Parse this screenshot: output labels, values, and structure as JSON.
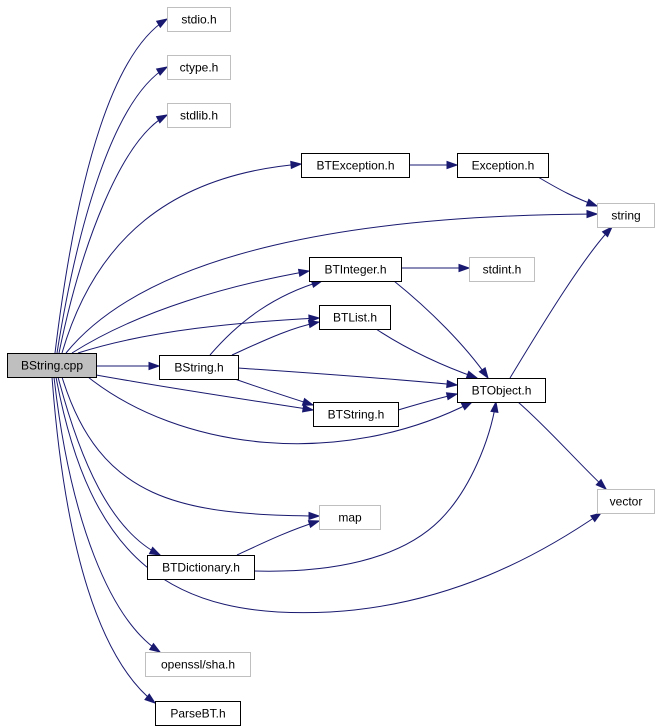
{
  "graph": {
    "colors": {
      "edge": "#191970",
      "border_header": "#000000",
      "border_external": "#bfbfbf",
      "root_fill": "#bfbfbf",
      "fill": "#ffffff"
    },
    "nodes": [
      {
        "id": "bstring_cpp",
        "label": "BString.cpp",
        "kind": "root"
      },
      {
        "id": "stdio_h",
        "label": "stdio.h",
        "kind": "external"
      },
      {
        "id": "ctype_h",
        "label": "ctype.h",
        "kind": "external"
      },
      {
        "id": "stdlib_h",
        "label": "stdlib.h",
        "kind": "external"
      },
      {
        "id": "btexception_h",
        "label": "BTException.h",
        "kind": "header"
      },
      {
        "id": "exception_h",
        "label": "Exception.h",
        "kind": "header"
      },
      {
        "id": "string",
        "label": "string",
        "kind": "external"
      },
      {
        "id": "btinteger_h",
        "label": "BTInteger.h",
        "kind": "header"
      },
      {
        "id": "stdint_h",
        "label": "stdint.h",
        "kind": "external"
      },
      {
        "id": "btlist_h",
        "label": "BTList.h",
        "kind": "header"
      },
      {
        "id": "bstring_h",
        "label": "BString.h",
        "kind": "header"
      },
      {
        "id": "btobject_h",
        "label": "BTObject.h",
        "kind": "header"
      },
      {
        "id": "btstring_h",
        "label": "BTString.h",
        "kind": "header"
      },
      {
        "id": "vector",
        "label": "vector",
        "kind": "external"
      },
      {
        "id": "map",
        "label": "map",
        "kind": "external"
      },
      {
        "id": "btdictionary_h",
        "label": "BTDictionary.h",
        "kind": "header"
      },
      {
        "id": "openssl_sha_h",
        "label": "openssl/sha.h",
        "kind": "external"
      },
      {
        "id": "parsebt_h",
        "label": "ParseBT.h",
        "kind": "header"
      }
    ],
    "edges": [
      [
        "bstring_cpp",
        "stdio_h"
      ],
      [
        "bstring_cpp",
        "ctype_h"
      ],
      [
        "bstring_cpp",
        "stdlib_h"
      ],
      [
        "bstring_cpp",
        "btexception_h"
      ],
      [
        "bstring_cpp",
        "string"
      ],
      [
        "bstring_cpp",
        "btinteger_h"
      ],
      [
        "bstring_cpp",
        "btlist_h"
      ],
      [
        "bstring_cpp",
        "bstring_h"
      ],
      [
        "bstring_cpp",
        "btstring_h"
      ],
      [
        "bstring_cpp",
        "btobject_h"
      ],
      [
        "bstring_cpp",
        "map"
      ],
      [
        "bstring_cpp",
        "btdictionary_h"
      ],
      [
        "bstring_cpp",
        "vector"
      ],
      [
        "bstring_cpp",
        "openssl_sha_h"
      ],
      [
        "bstring_cpp",
        "parsebt_h"
      ],
      [
        "btexception_h",
        "exception_h"
      ],
      [
        "exception_h",
        "string"
      ],
      [
        "btinteger_h",
        "stdint_h"
      ],
      [
        "btinteger_h",
        "btobject_h"
      ],
      [
        "btlist_h",
        "btobject_h"
      ],
      [
        "bstring_h",
        "btinteger_h"
      ],
      [
        "bstring_h",
        "btlist_h"
      ],
      [
        "bstring_h",
        "btobject_h"
      ],
      [
        "bstring_h",
        "btstring_h"
      ],
      [
        "btstring_h",
        "btobject_h"
      ],
      [
        "btobject_h",
        "string"
      ],
      [
        "btobject_h",
        "vector"
      ],
      [
        "btdictionary_h",
        "map"
      ],
      [
        "btdictionary_h",
        "btobject_h"
      ]
    ]
  }
}
